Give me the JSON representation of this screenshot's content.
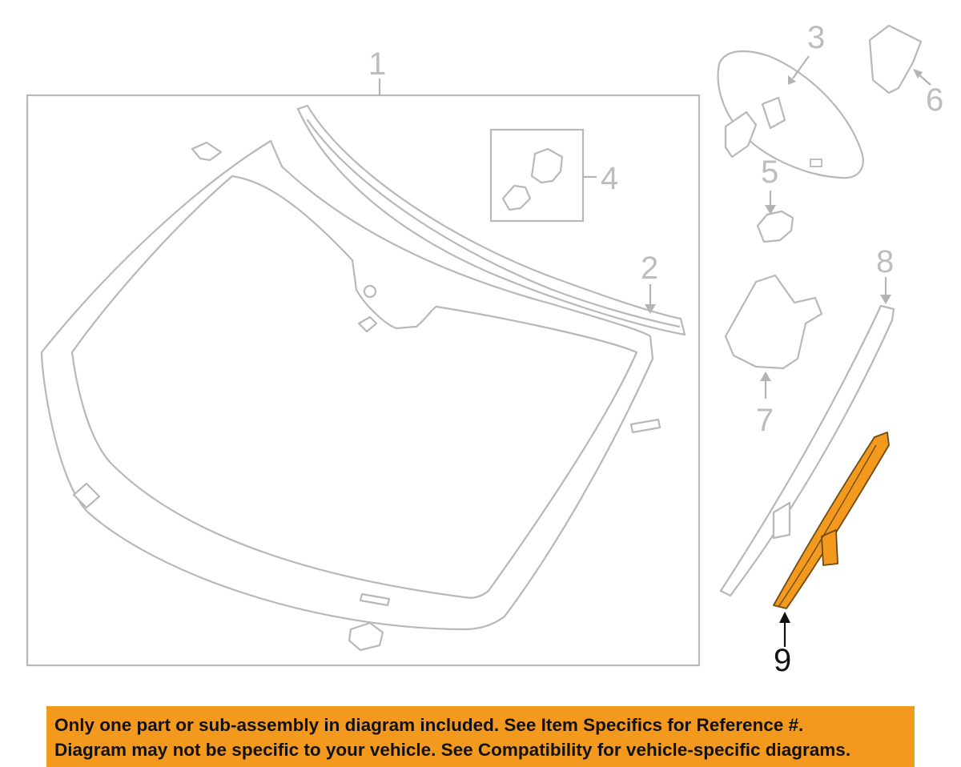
{
  "diagram": {
    "callouts": {
      "c1": "1",
      "c2": "2",
      "c3": "3",
      "c4": "4",
      "c5": "5",
      "c6": "6",
      "c7": "7",
      "c8": "8",
      "c9": "9"
    },
    "highlighted_callout": "9",
    "colors": {
      "highlight_part": "#f39a1e",
      "part_outline": "#b8b8b8",
      "active_text": "#111111",
      "banner": "#f39a1e"
    }
  },
  "notice": {
    "line1": "Only one part or sub-assembly in diagram included. See Item Specifics for Reference #.",
    "line2": "Diagram may not be specific to your vehicle. See Compatibility for vehicle-specific diagrams."
  }
}
